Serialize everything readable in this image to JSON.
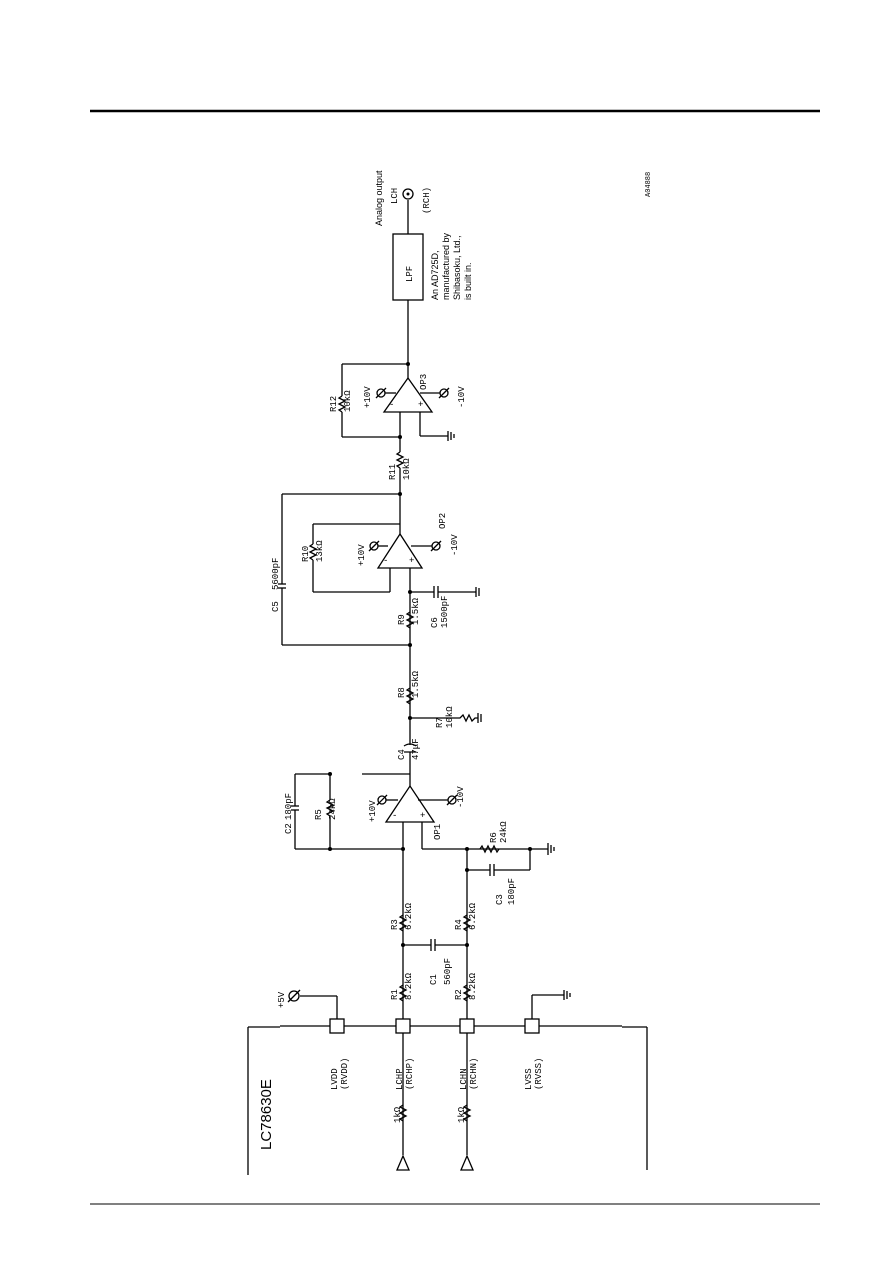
{
  "chip": {
    "name": "LC78630E",
    "pins": {
      "lvdd": "LVDD",
      "rvdd": "(RVDD)",
      "lchp": "LCHP",
      "rchp": "(RCHP)",
      "lchn": "LCHN",
      "rchn": "(RCHN)",
      "lvss": "LVSS",
      "rvss": "(RVSS)"
    },
    "input_res_1": "1kΩ",
    "input_res_2": "1kΩ"
  },
  "supply": {
    "plus5": "+5V"
  },
  "components": {
    "r1": {
      "ref": "R1",
      "value": "8.2kΩ"
    },
    "r2": {
      "ref": "R2",
      "value": "8.2kΩ"
    },
    "c1": {
      "ref": "C1",
      "value": "560pF"
    },
    "r3": {
      "ref": "R3",
      "value": "6.2kΩ"
    },
    "r4": {
      "ref": "R4",
      "value": "6.2kΩ"
    },
    "c3": {
      "ref": "C3",
      "value": "180pF"
    },
    "r6": {
      "ref": "R6",
      "value": "24kΩ"
    },
    "c2": {
      "ref": "C2",
      "value": "180pF"
    },
    "r5": {
      "ref": "R5",
      "value": "24kΩ"
    },
    "op1": {
      "ref": "OP1",
      "pos": "+10V",
      "neg": "-10V"
    },
    "c4": {
      "ref": "C4",
      "value": "47μF"
    },
    "r7": {
      "ref": "R7",
      "value": "10kΩ"
    },
    "r8": {
      "ref": "R8",
      "value": "1.5kΩ"
    },
    "r9": {
      "ref": "R9",
      "value": "1.5kΩ"
    },
    "c6": {
      "ref": "C6",
      "value": "1500pF"
    },
    "c5": {
      "ref": "C5",
      "value": "5600pF"
    },
    "r10": {
      "ref": "R10",
      "value": "13kΩ"
    },
    "op2": {
      "ref": "OP2",
      "pos": "+10V",
      "neg": "-10V"
    },
    "r11": {
      "ref": "R11",
      "value": "10kΩ"
    },
    "r12": {
      "ref": "R12",
      "value": "10kΩ"
    },
    "op3": {
      "ref": "OP3",
      "pos": "+10V",
      "neg": "-10V"
    },
    "lpf": {
      "label": "LPF"
    }
  },
  "lpf_note": {
    "line1": "An AD725D,",
    "line2": "manufactured by",
    "line3": "Shibasoku, Ltd.,",
    "line4": "is built in."
  },
  "output": {
    "line1": "Analog output",
    "line2": "LCH",
    "line3": "(RCH)"
  },
  "figure_code": "A04888"
}
